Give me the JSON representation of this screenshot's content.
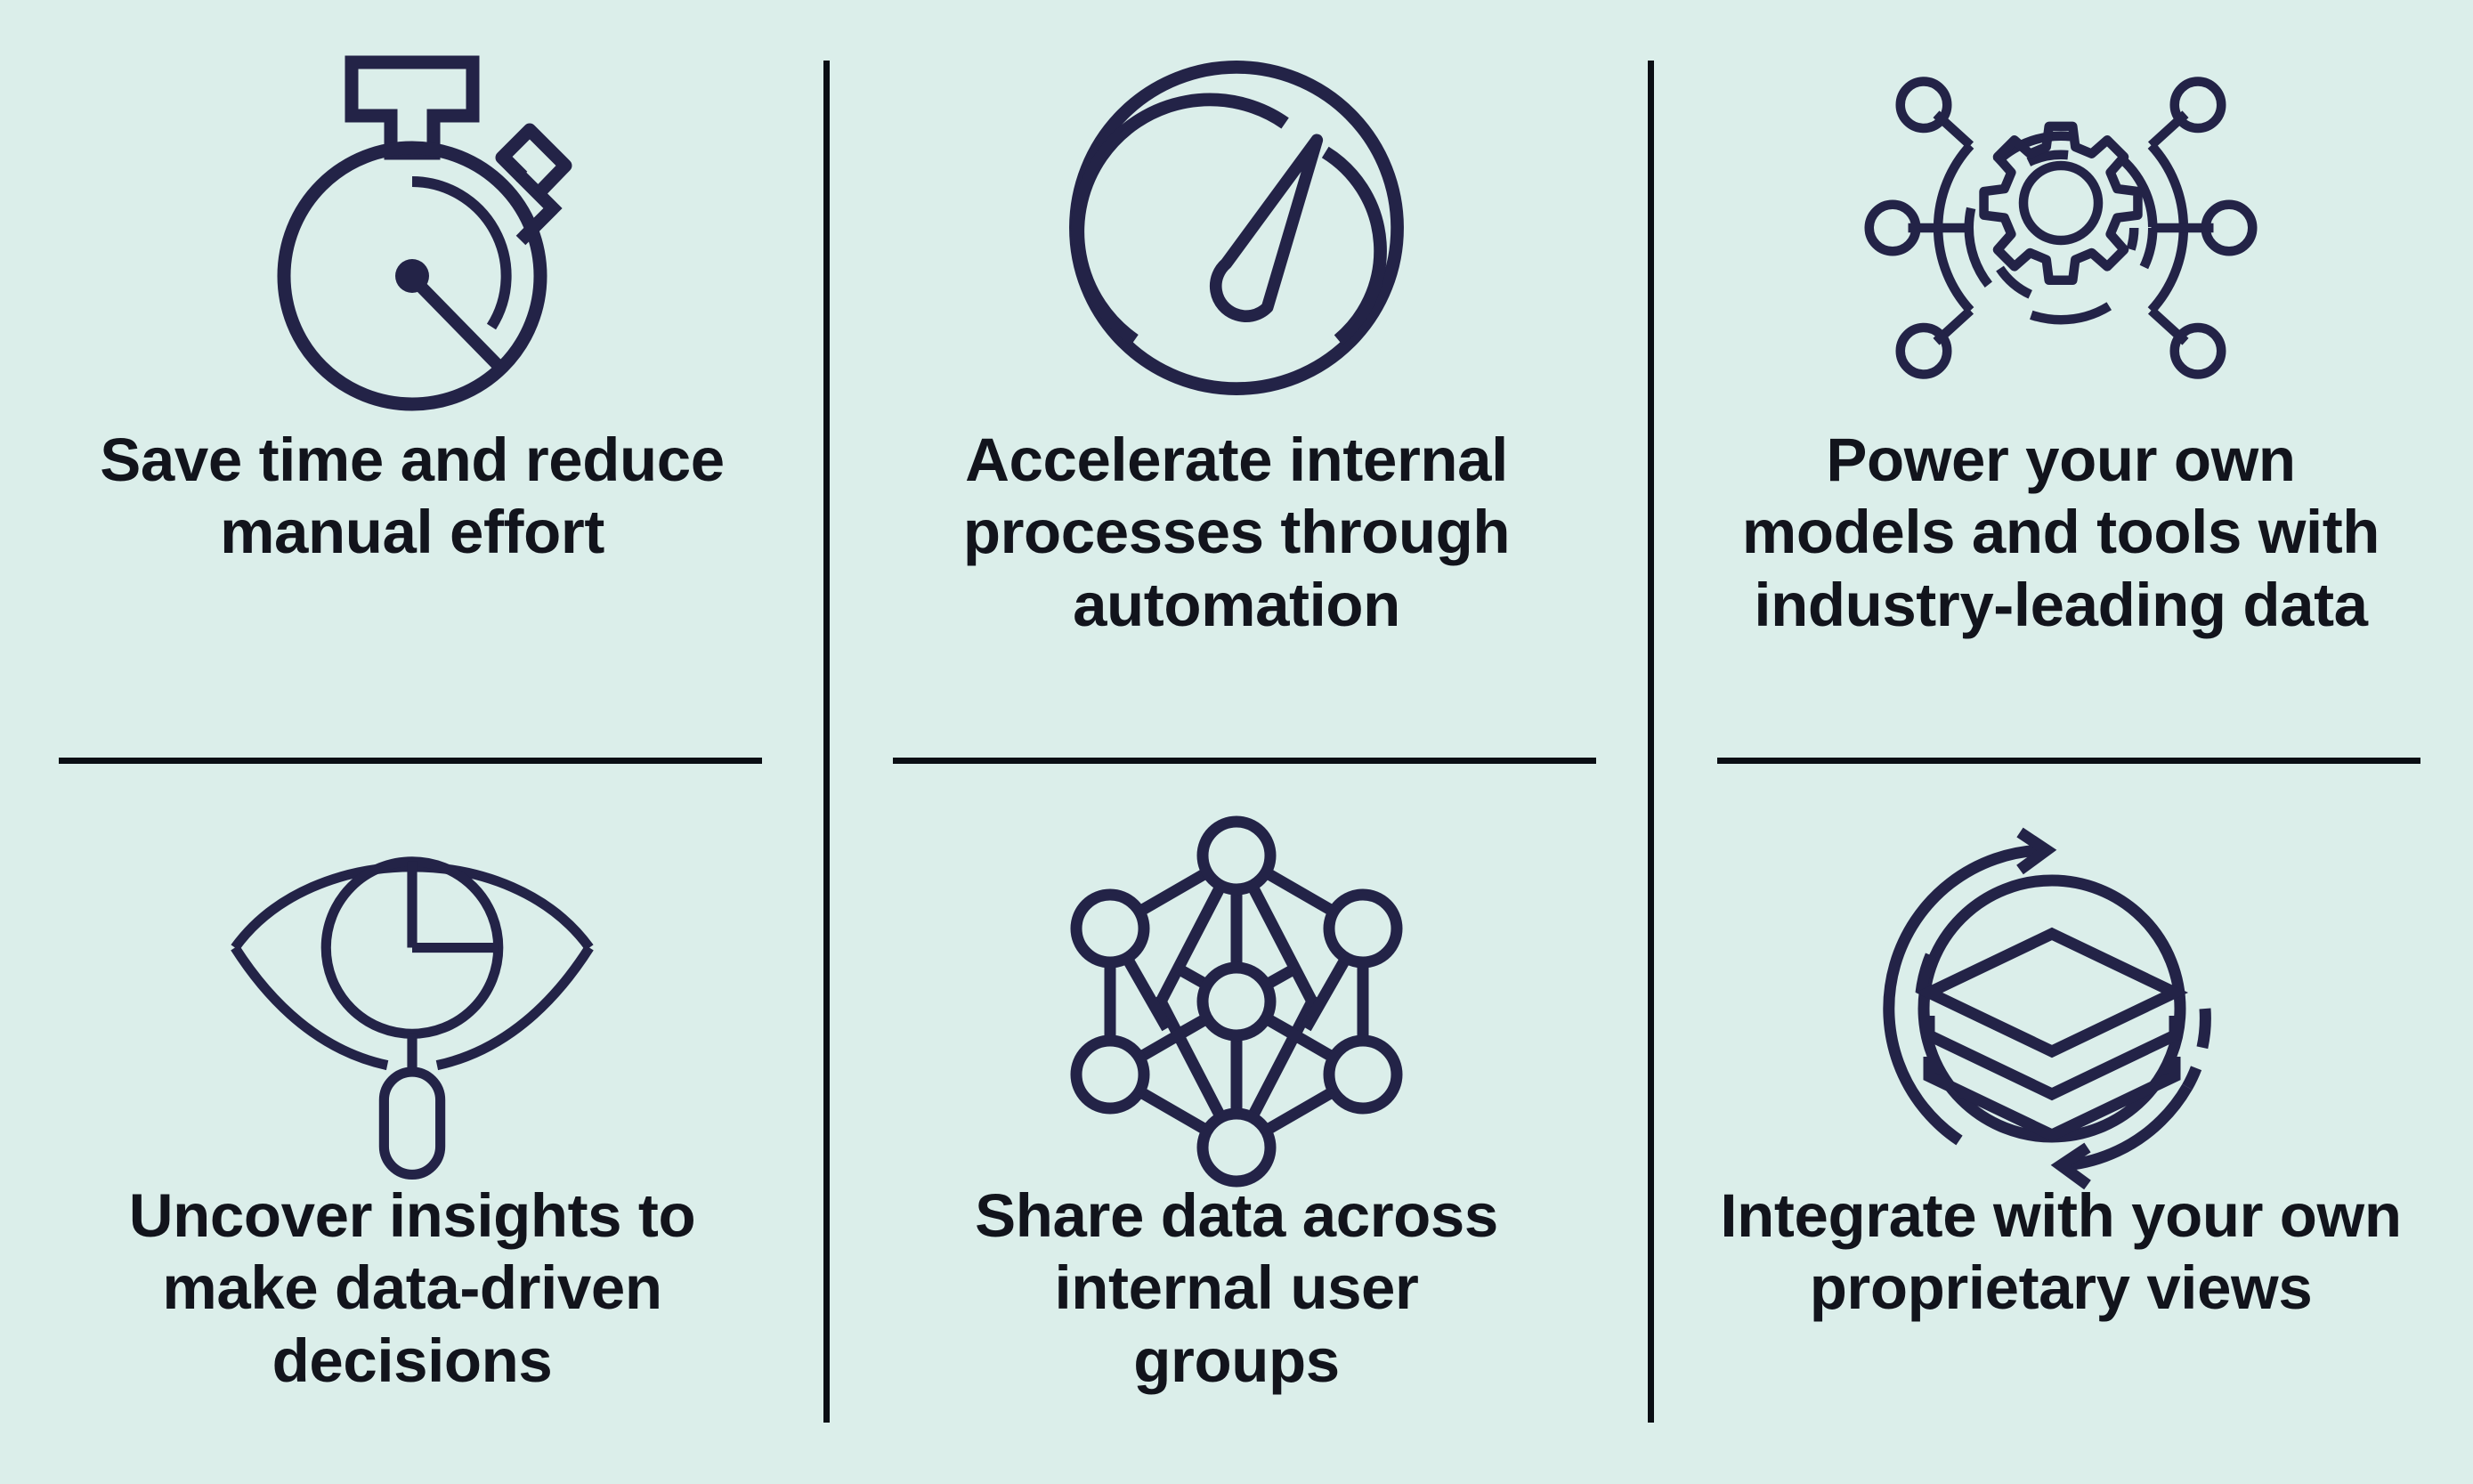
{
  "theme": {
    "background_color": "#dbeeea",
    "icon_color": "#232347",
    "text_color": "#12141c",
    "divider_color": "#0a0e14"
  },
  "grid": {
    "columns": 3,
    "rows": 2,
    "cells": [
      {
        "icon": "stopwatch-icon",
        "caption": "Save time and reduce manual effort"
      },
      {
        "icon": "speedometer-icon",
        "caption": "Accelerate internal processes through automation"
      },
      {
        "icon": "gear-network-icon",
        "caption": "Power your own models and tools with industry-leading data"
      },
      {
        "icon": "eye-pie-chart-icon",
        "caption": "Uncover insights to make data-driven decisions"
      },
      {
        "icon": "node-network-icon",
        "caption": "Share data across internal user groups"
      },
      {
        "icon": "layers-refresh-icon",
        "caption": "Integrate with your own proprietary views"
      }
    ]
  }
}
